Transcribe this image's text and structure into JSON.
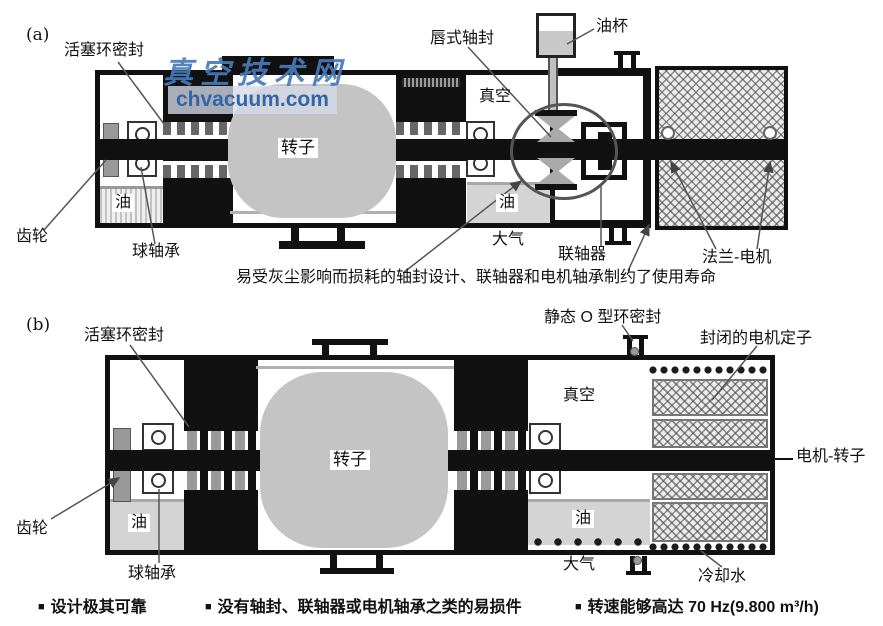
{
  "watermark": {
    "title": "真空技术网",
    "site": "chvacuum.com"
  },
  "panel_a": {
    "tag": "(a)",
    "piston_ring_seal": "活塞环密封",
    "lip_shaft_seal": "唇式轴封",
    "oil_cup": "油杯",
    "vacuum": "真空",
    "rotor": "转子",
    "gear": "齿轮",
    "ball_bearing": "球轴承",
    "oil_left": "油",
    "oil_right": "油",
    "atmosphere": "大气",
    "coupling": "联轴器",
    "flange_motor": "法兰-电机",
    "caption": "易受灰尘影响而损耗的轴封设计、联轴器和电机轴承制约了使用寿命"
  },
  "panel_b": {
    "tag": "(b)",
    "piston_ring_seal": "活塞环密封",
    "static_o_ring_seal": "静态 O 型环密封",
    "enclosed_motor_stator": "封闭的电机定子",
    "vacuum": "真空",
    "rotor": "转子",
    "motor_rotor": "电机-转子",
    "gear": "齿轮",
    "ball_bearing": "球轴承",
    "oil_left": "油",
    "oil_right": "油",
    "atmosphere": "大气",
    "cooling_water": "冷却水"
  },
  "footer": {
    "marker": "■",
    "bullets": [
      "设计极其可靠",
      "没有轴封、联轴器或电机轴承之类的易损件",
      "转速能够高达 70 Hz(9.800 m³/h)"
    ]
  },
  "colors": {
    "line_black": "#111111",
    "rotor_gray": "#c4c4c4",
    "oil_gray": "#d4d4d4",
    "watermark_blue": "#3565a8"
  }
}
